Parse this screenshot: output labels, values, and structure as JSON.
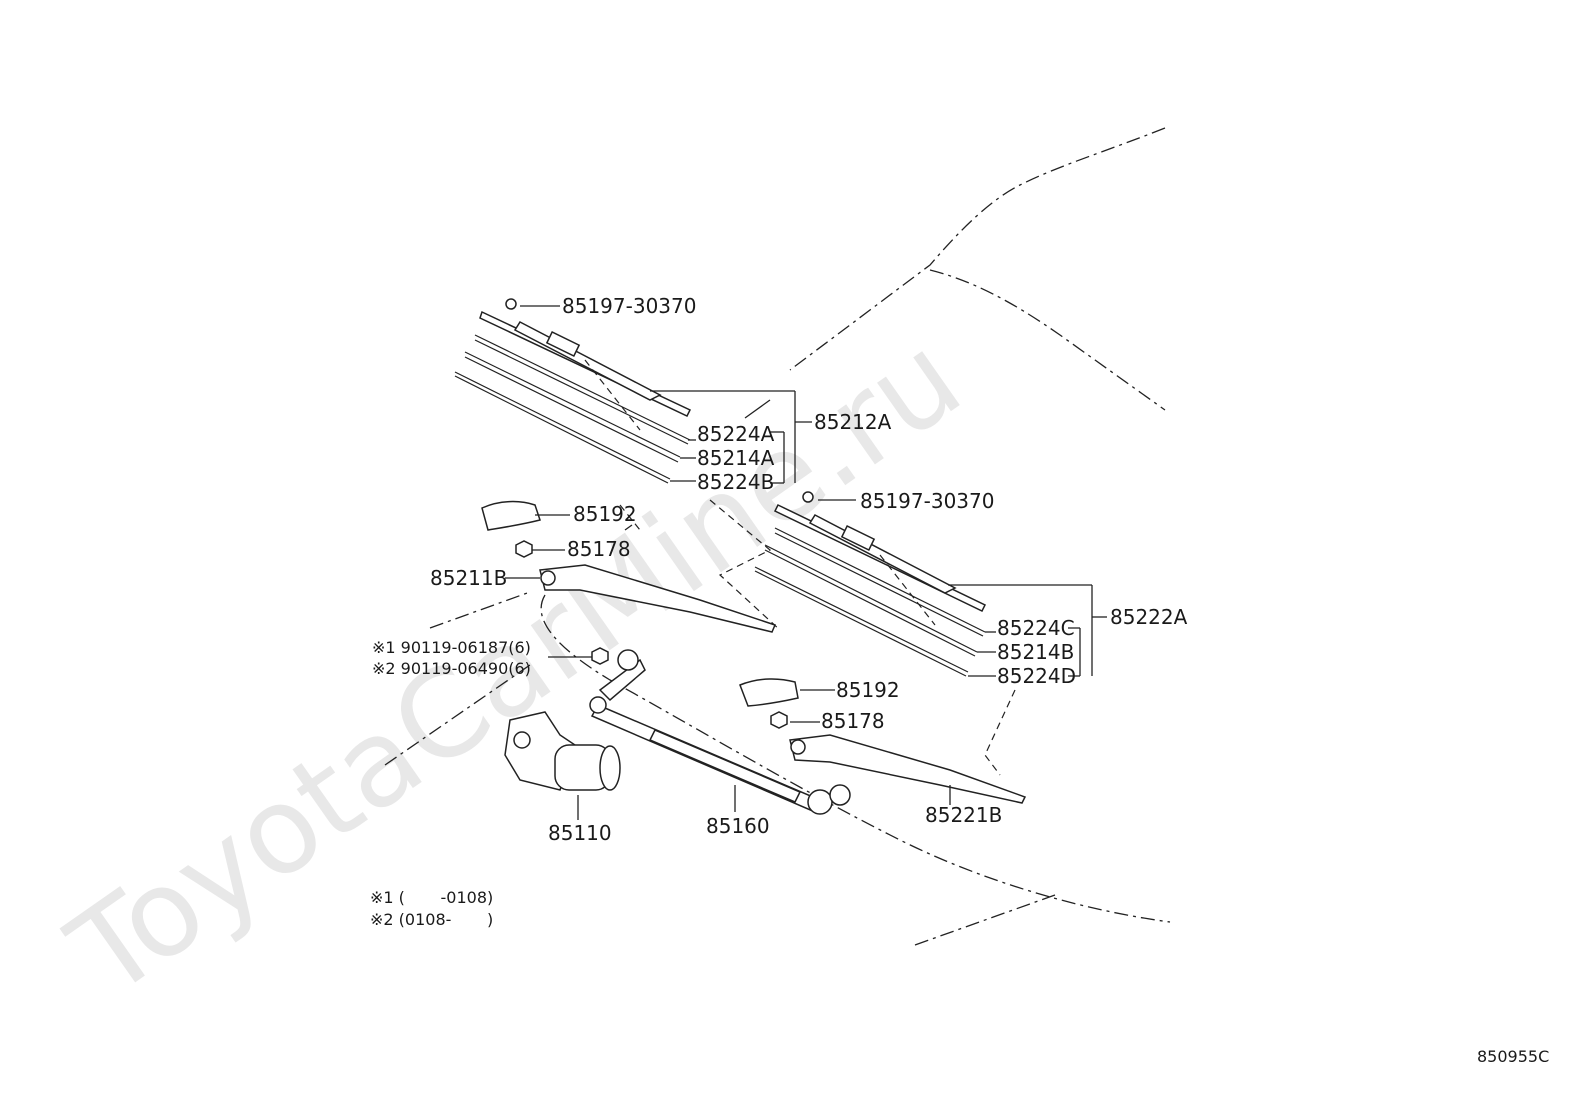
{
  "watermark": "ToyotaCarMine.ru",
  "figure_code": "850955C",
  "labels": {
    "clip_upper": "85197-30370",
    "blade_assy_left": "85212A",
    "ref_85224A": "85224A",
    "ref_85214A": "85214A",
    "ref_85224B": "85224B",
    "cap_left": "85192",
    "nut_left": "85178",
    "arm_left": "85211B",
    "clip_right": "85197-30370",
    "blade_assy_right": "85222A",
    "ref_85224C": "85224C",
    "ref_85214B": "85214B",
    "ref_85224D": "85224D",
    "cap_right": "85192",
    "nut_right": "85178",
    "bolt_1": "※1 90119-06187(6)",
    "bolt_2": "※2 90119-06490(6)",
    "motor": "85110",
    "link": "85160",
    "arm_right": "85221B"
  },
  "notes": {
    "note_1": "※1 (       -0108)",
    "note_2": "※2 (0108-       )"
  }
}
